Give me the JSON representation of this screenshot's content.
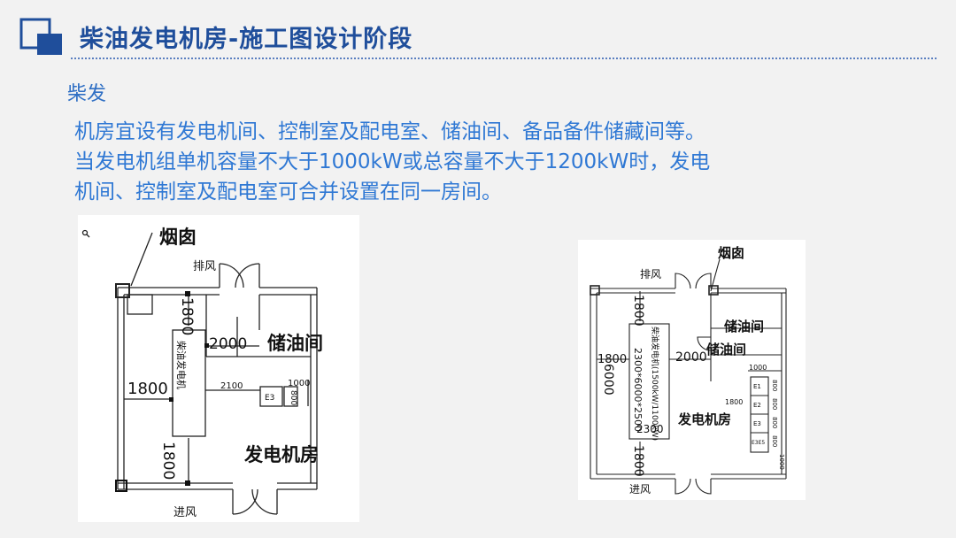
{
  "header": {
    "title": "柴油发电机房-施工图设计阶段"
  },
  "section": {
    "subtitle": "柴发"
  },
  "description": {
    "lines": [
      "机房宜设有发电机间、控制室及配电室、储油间、备品备件储藏间等。",
      "当发电机组单机容量不大于1000kW或总容量不大于1200kW时，发电",
      "机间、控制室及配电室可合并设置在同一房间。"
    ]
  },
  "plan_left": {
    "chimney": "烟囱",
    "exhaust": "排风",
    "intake": "进风",
    "oil_room": "储油间",
    "room": "发电机房",
    "generator": "柴油发电机",
    "dim_1800_top": "1800",
    "dim_2000": "2000",
    "dim_1800_left": "1800",
    "dim_2100": "2100",
    "dim_1000": "1000",
    "dim_800": "800",
    "dim_1800_bottom": "1800",
    "cabinet": "E3"
  },
  "plan_right": {
    "chimney": "烟囱",
    "exhaust": "排风",
    "intake": "进风",
    "oil_room_a": "储油间",
    "oil_room_b": "储油间",
    "room": "发电机房",
    "generator": "柴油发电机(1500kW/1100kW)",
    "dim_1800_top": "1800",
    "dim_6000": "6000",
    "dim_1800_left": "1800",
    "dim_size": "2300*6000*2500",
    "dim_2000": "2000",
    "dim_2300": "2300",
    "dim_1800_bottom": "1800",
    "dim_1000": "1000",
    "dim_1800_panel": "1800",
    "dim_800_1": "800",
    "dim_800_2": "800",
    "dim_800_3": "800",
    "dim_800_4": "800",
    "dim_1000_b": "1000",
    "cab_1": "E1",
    "cab_2": "E2",
    "cab_3": "E3",
    "cab_4": "E3E5"
  },
  "colors": {
    "title": "#1f4e9b",
    "body_text": "#2f78d4",
    "background": "#f2f2f2"
  }
}
